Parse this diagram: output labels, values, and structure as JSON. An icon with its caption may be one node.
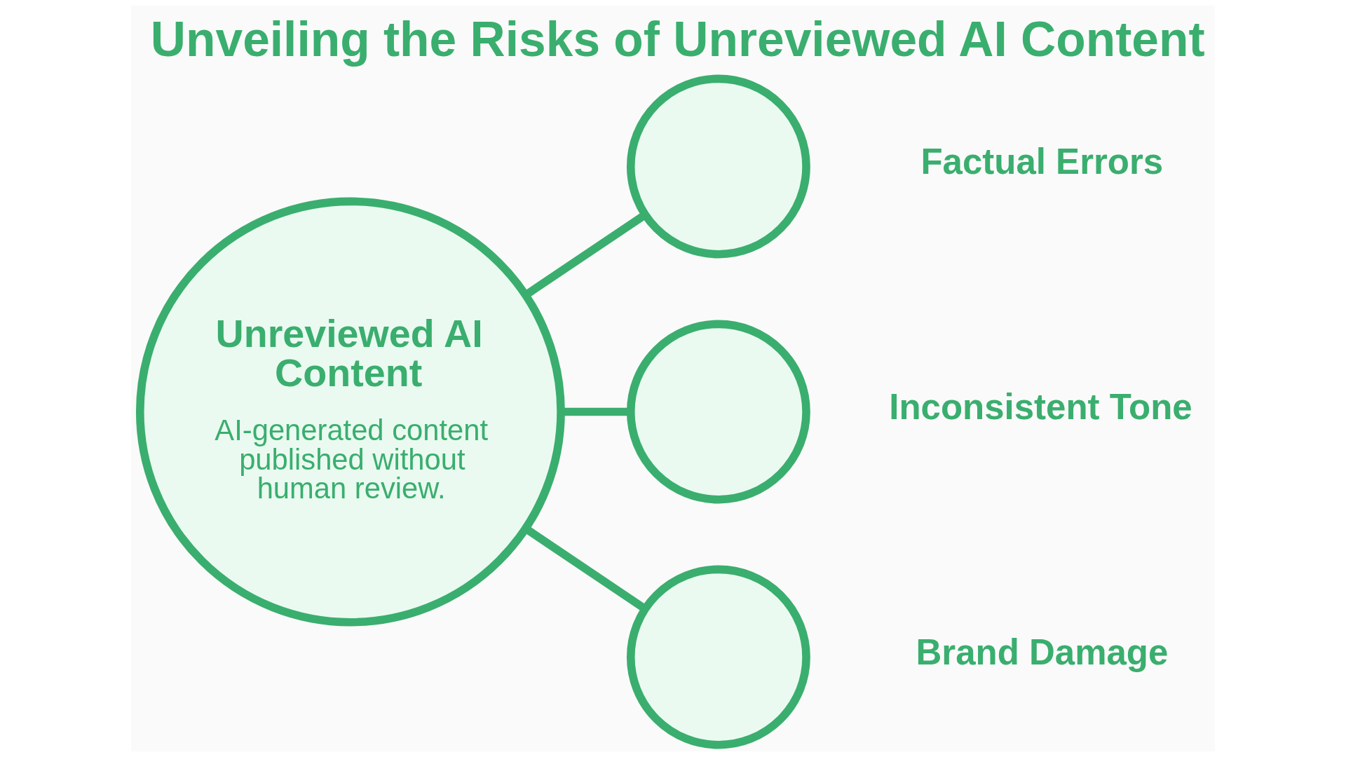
{
  "diagram": {
    "title": "Unveiling the Risks of Unreviewed AI Content",
    "nodes": [
      {
        "text": [
          "Unreviewed AI Content",
          "AI-generated content published without human review."
        ]
      },
      {
        "text": [],
        "shape": "circle",
        "beside": [
          "Factual Errors"
        ]
      },
      {
        "text": [],
        "shape": "circle",
        "beside": [
          "Inconsistent Tone"
        ]
      },
      {
        "text": [],
        "shape": "circle",
        "beside": [
          "Brand Damage"
        ]
      }
    ],
    "edges": [
      {
        "from": 0,
        "to": 1,
        "arrow": "none"
      },
      {
        "from": 0,
        "to": 2,
        "arrow": "none"
      },
      {
        "from": 0,
        "to": 3,
        "arrow": "none"
      }
    ]
  }
}
